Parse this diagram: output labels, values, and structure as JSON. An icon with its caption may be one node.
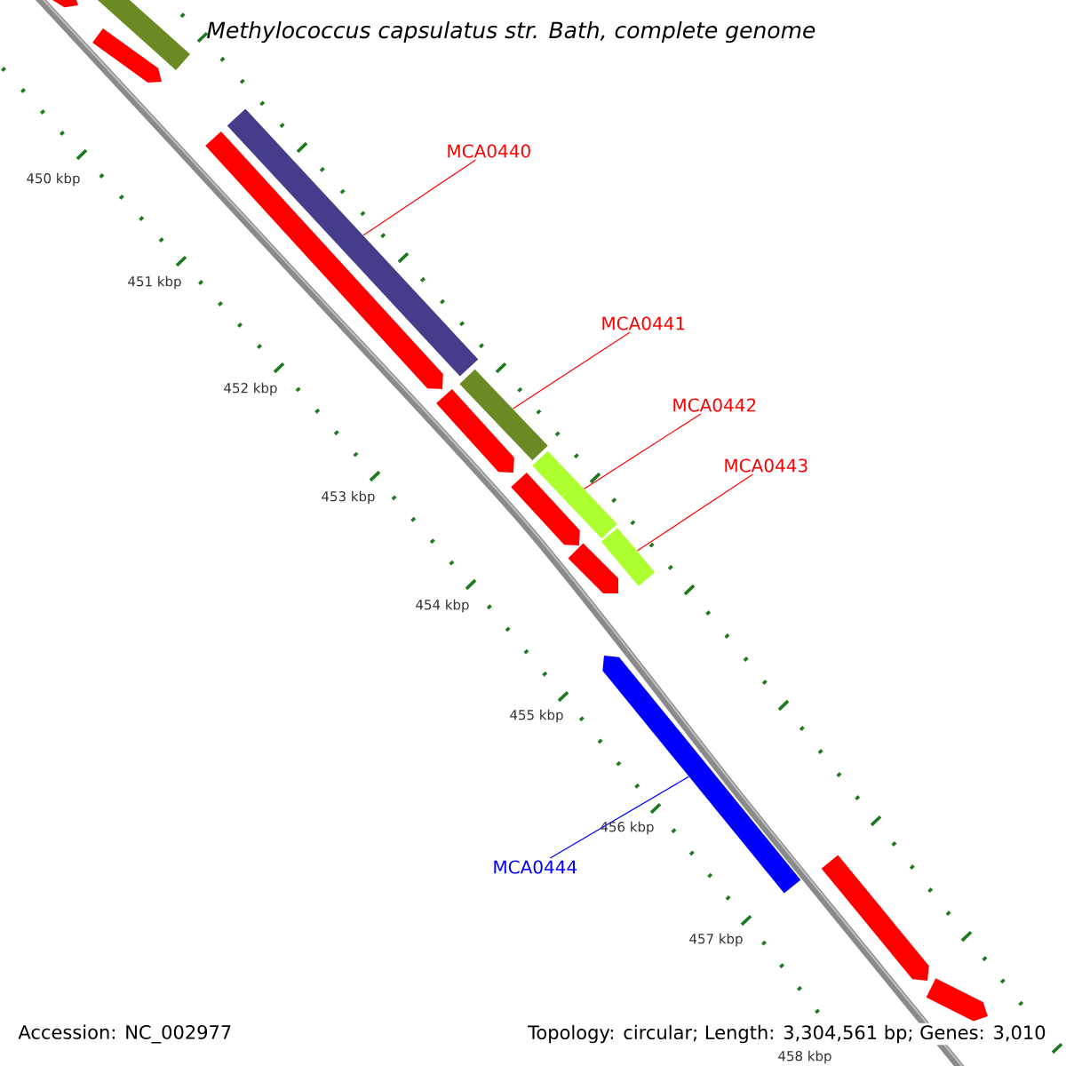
{
  "diagram": {
    "title": "Methylococcus capsulatus str. Bath, complete genome",
    "nodes": [
      {
        "text": [
          "MCA0440"
        ]
      },
      {
        "text": [
          "MCA0441"
        ]
      },
      {
        "text": [
          "MCA0442"
        ]
      },
      {
        "text": [
          "MCA0443"
        ]
      },
      {
        "text": [
          "MCA0444"
        ]
      },
      {
        "text": [],
        "shape": "arrow"
      },
      {
        "text": [],
        "shape": "bar"
      },
      {
        "text": [],
        "shape": "arrow"
      },
      {
        "text": [],
        "shape": "bar"
      },
      {
        "text": [],
        "shape": "arrow"
      },
      {
        "text": [],
        "shape": "bar"
      },
      {
        "text": [],
        "shape": "arrow"
      },
      {
        "text": [],
        "shape": "bar"
      },
      {
        "text": [],
        "shape": "arrow"
      },
      {
        "text": [],
        "shape": "bar"
      },
      {
        "text": [],
        "shape": "arrow"
      },
      {
        "text": [],
        "shape": "arrow"
      },
      {
        "text": [],
        "shape": "arrow"
      },
      {
        "text": [],
        "shape": "arrow"
      }
    ],
    "edges": [
      {
        "from": 0,
        "to": 8,
        "arrow": "none"
      },
      {
        "from": 1,
        "to": 10,
        "arrow": "none"
      },
      {
        "from": 2,
        "to": 12,
        "arrow": "none"
      },
      {
        "from": 3,
        "to": 14,
        "arrow": "none"
      },
      {
        "from": 4,
        "to": 16,
        "arrow": "none",
        "color": "#0000ff"
      }
    ],
    "labels": [
      "450 kbp",
      "451 kbp",
      "452 kbp",
      "453 kbp",
      "454 kbp",
      "455 kbp",
      "456 kbp",
      "457 kbp",
      "458 kbp",
      "Accession: NC_002977",
      "Topology: circular; Length: 3,304,561 bp; Genes: 3,010"
    ]
  }
}
